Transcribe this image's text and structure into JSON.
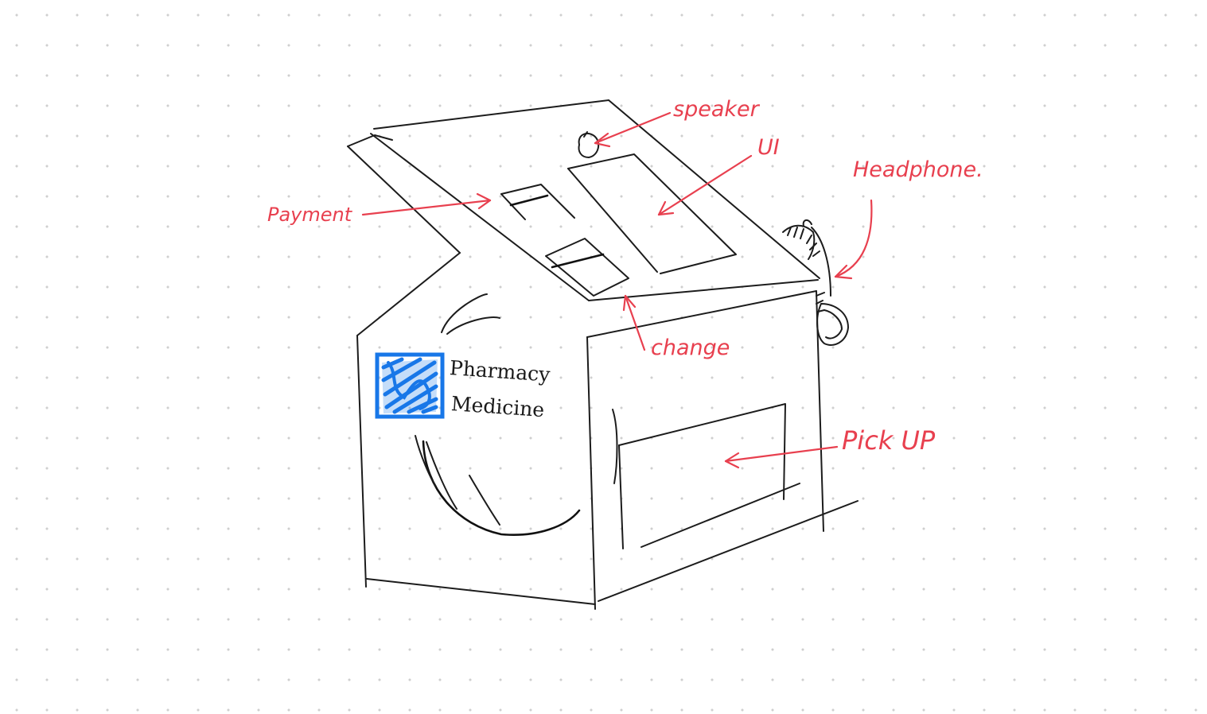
{
  "colors": {
    "ink": "#1c1c1c",
    "annotation": "#e8404f",
    "logo": "#1877e8",
    "dot_grid": "#cfcfcf"
  },
  "labels": {
    "speaker": "speaker",
    "ui": "UI",
    "headphone": "Headphone.",
    "payment": "Payment",
    "change": "change",
    "pick_up": "Pick UP"
  },
  "brand": {
    "line1": "Pharmacy",
    "line2": "Medicine",
    "logo_icon": "blue-square-logo-icon"
  }
}
